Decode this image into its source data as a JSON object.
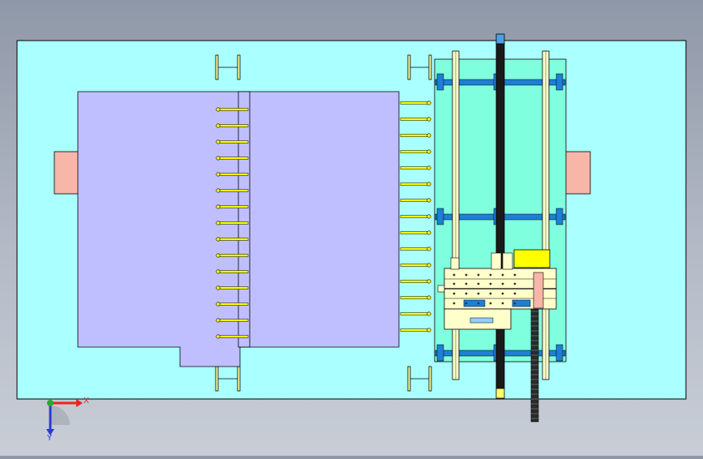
{
  "viewport": {
    "background_top": "#8f98a8",
    "background_bottom": "#c8cdd6"
  },
  "colors": {
    "base_plate": "#aaffff",
    "fixture_plate": "#bfbfff",
    "glass_table": "#80ffdf",
    "pad": "#f7b6a8",
    "pin": "#ffff00",
    "rail_blue": "#1e7fd6",
    "carriage": "#ffffcc",
    "motor": "#ffff00",
    "outline": "#000000"
  },
  "fixture": {
    "pin_rows": 15
  },
  "triad": {
    "x_label": "X",
    "y_label": "Y",
    "x_color": "#e8261c",
    "y_color": "#2aa82a",
    "z_color": "#2a3ad6",
    "icon": "coordinate-triad-icon"
  }
}
